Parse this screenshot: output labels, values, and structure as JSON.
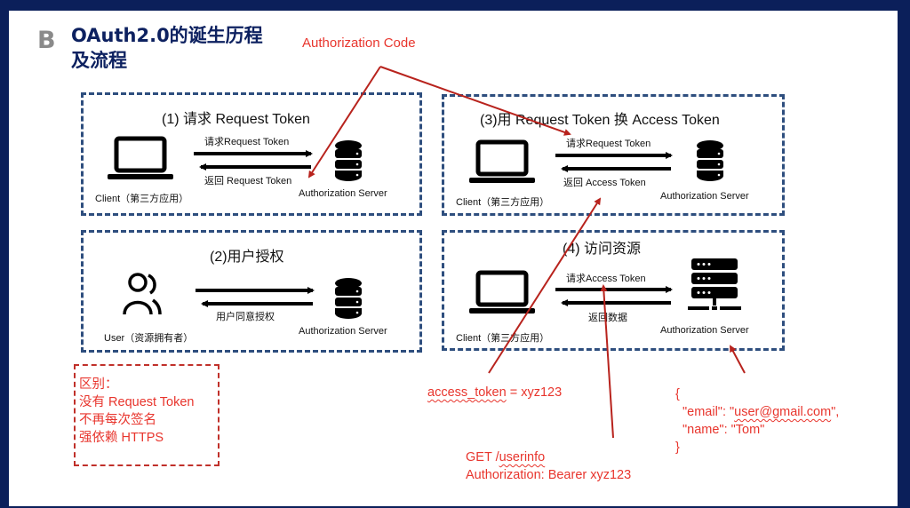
{
  "header": {
    "section_letter": "B",
    "title": "OAuth2.0的诞生历程及流程"
  },
  "annotations": {
    "authorization_code": "Authorization Code",
    "access_token": "access_token = xyz123",
    "access_token_key": "access_token",
    "access_token_rest": " = xyz123",
    "request_line1_prefix": "GET /",
    "request_line1_path": "userinfo",
    "request_line2": "Authorization: Bearer xyz123",
    "response_json": {
      "open": "{",
      "email_key": "\"email\": \"",
      "email_value": "user@gmail.com",
      "email_suffix": "\",",
      "name_line": "\"name\": \"Tom\"",
      "close": "}"
    }
  },
  "steps": [
    {
      "title": "(1) 请求 Request Token",
      "left_label": "Client（第三方应用）",
      "right_label": "Authorization Server",
      "arrow_top_label": "请求Request Token",
      "arrow_bottom_label": "返回 Request Token",
      "left_icon": "laptop-icon",
      "right_icon": "database-icon"
    },
    {
      "title": "(2)用户授权",
      "left_label": "User（资源拥有者）",
      "right_label": "Authorization Server",
      "arrow_top_label": "",
      "arrow_bottom_label": "用户同意授权",
      "left_icon": "users-icon",
      "right_icon": "database-icon"
    },
    {
      "title": "(3)用 Request Token 换 Access Token",
      "left_label": "Client（第三方应用）",
      "right_label": "Authorization Server",
      "arrow_top_label": "请求Request Token",
      "arrow_bottom_label": "返回 Access Token",
      "left_icon": "laptop-icon",
      "right_icon": "database-icon"
    },
    {
      "title": "(4) 访问资源",
      "left_label": "Client（第三方应用）",
      "right_label": "Authorization Server",
      "arrow_top_label": "请求Access  Token",
      "arrow_bottom_label": "返回数据",
      "left_icon": "laptop-icon",
      "right_icon": "server-rack-icon"
    }
  ],
  "differences": {
    "heading": "区别：",
    "items": [
      "没有 Request Token",
      "不再每次签名",
      "强依赖 HTTPS"
    ]
  },
  "colors": {
    "frame": "#0b1f5a",
    "title": "#0d2160",
    "box_border": "#2e4e7e",
    "annotation_red": "#e8352d",
    "pointer_line": "#b8231d"
  }
}
